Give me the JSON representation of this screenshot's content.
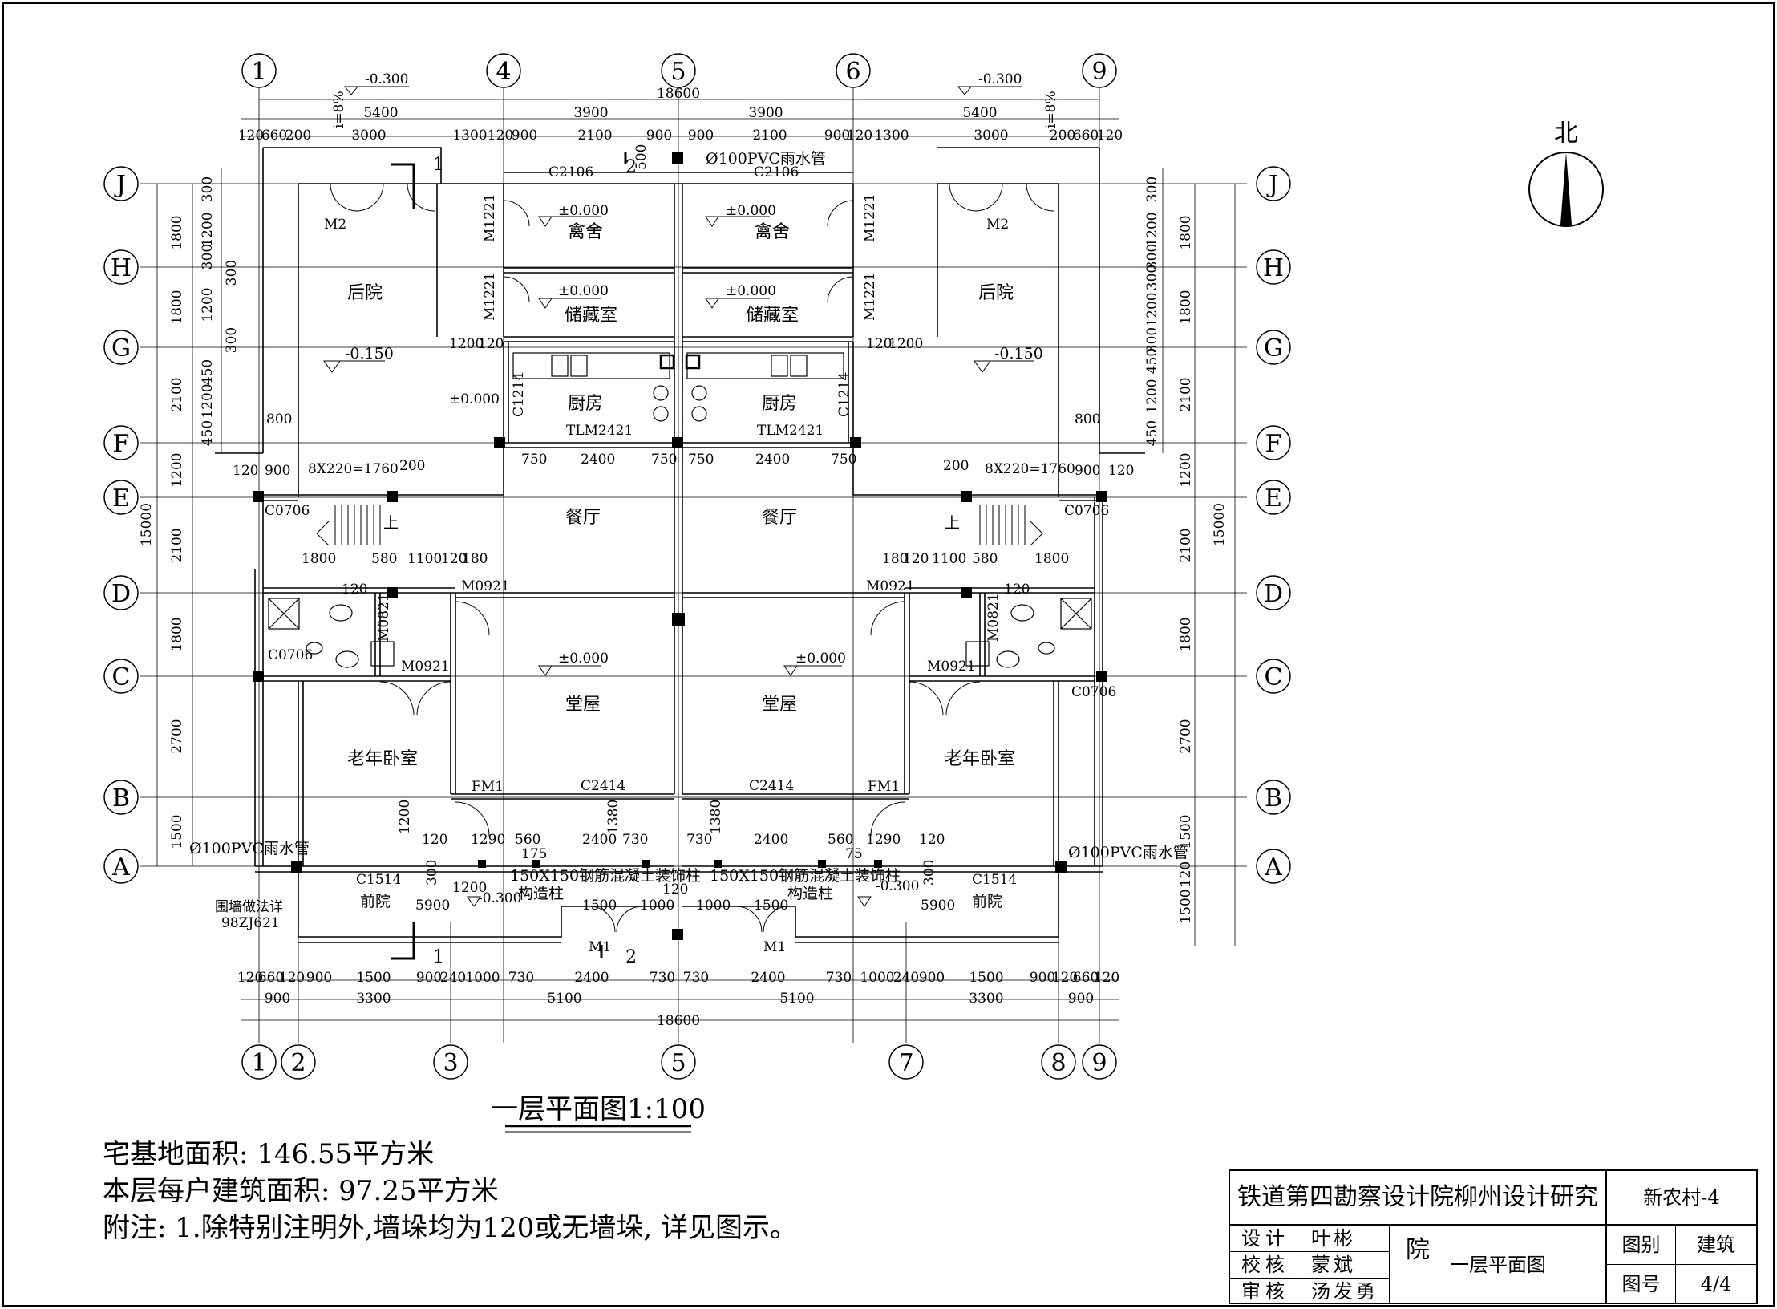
{
  "north_label": "北",
  "rooms": {
    "backyard": "后院",
    "poultry": "禽舍",
    "storage": "储藏室",
    "kitchen": "厨房",
    "dining": "餐厅",
    "hall": "堂屋",
    "elder_bedroom": "老年卧室",
    "front_yard": "前院",
    "up": "上"
  },
  "grid_axes": {
    "top": [
      "1",
      "4",
      "5",
      "6",
      "9"
    ],
    "bottom": [
      "1",
      "2",
      "3",
      "5",
      "7",
      "8",
      "9"
    ],
    "side": [
      "J",
      "H",
      "G",
      "F",
      "E",
      "D",
      "C",
      "B",
      "A"
    ]
  },
  "elevations": {
    "minus_300": "-0.300",
    "minus_150": "-0.150",
    "zero": "±0.000"
  },
  "labels": {
    "pvc_pipe_top": "Ø100PVC雨水管",
    "pvc_pipe_left": "Ø100PVC雨水管",
    "pvc_pipe_right": "Ø100PVC雨水管",
    "column_note": "150X150钢筋混凝土装饰柱",
    "construct_col": "构造柱",
    "fence_note": "围墙做法详",
    "fence_ref": "98ZJ621",
    "stair_dim": "8X220=1760",
    "slope": "i=8%",
    "section_1": "1",
    "section_2": "2",
    "doors": {
      "m2": "M2",
      "m1": "M1",
      "m1221": "M1221",
      "m0921": "M0921",
      "m0821": "M0821",
      "fm1": "FM1",
      "tlm": "TLM2421"
    },
    "windows": {
      "c2106": "C2106",
      "c1214": "C1214",
      "c0706": "C0706",
      "c2414": "C2414",
      "c1514": "C1514"
    }
  },
  "dimensions": {
    "overall_width": "18600",
    "overall_depth": "15000",
    "top_row1": [
      "5400",
      "3900",
      "3900",
      "5400"
    ],
    "top_row2": [
      "120",
      "660",
      "200",
      "3000",
      "1300",
      "120",
      "900",
      "2100",
      "900",
      "900",
      "2100",
      "900",
      "120",
      "1300",
      "3000",
      "200",
      "660",
      "120"
    ],
    "bottom_row1": [
      "120",
      "660",
      "120",
      "900",
      "1500",
      "900",
      "240",
      "1000",
      "730",
      "2400",
      "730",
      "730",
      "2400",
      "730",
      "1000",
      "240",
      "900",
      "1500",
      "900",
      "120",
      "660",
      "120"
    ],
    "bottom_row2": [
      "900",
      "3300",
      "5100",
      "5100",
      "3300",
      "900"
    ],
    "left_outer": [
      "1800",
      "1800",
      "2100",
      "1200",
      "2100",
      "1800",
      "2700",
      "1500"
    ],
    "left_inner": [
      "300",
      "1200",
      "300",
      "300",
      "1200",
      "300",
      "450",
      "1200",
      "450"
    ],
    "right_outer": [
      "1800",
      "1800",
      "2100",
      "1200",
      "2100",
      "1800",
      "2700",
      "1500",
      "1500"
    ],
    "right_inner": [
      "300",
      "1200",
      "300",
      "300",
      "1200",
      "300",
      "450",
      "1200",
      "450",
      "120"
    ],
    "misc": {
      "d500": "500",
      "d750": "750",
      "d2400": "2400",
      "d800": "800",
      "d900": "900",
      "d120": "120",
      "d200": "200",
      "d1200": "1200",
      "d580": "580",
      "d1100": "1100",
      "d180": "180",
      "d1290": "1290",
      "d560": "560",
      "d75": "75",
      "d175": "175",
      "d1380": "1380",
      "d730": "730",
      "d300": "300",
      "d1500": "1500",
      "d1000": "1000",
      "d5900": "5900"
    }
  },
  "drawing_title": "一层平面图1:100",
  "notes": [
    "宅基地面积: 146.55平方米",
    "本层每户建筑面积: 97.25平方米",
    "附注: 1.除特别注明外,墙垛均为120或无墙垛, 详见图示。"
  ],
  "title_block": {
    "org": "铁道第四勘察设计院柳州设计研究院",
    "project": "新农村-4",
    "roles": [
      {
        "role": "设计",
        "name": "叶彬"
      },
      {
        "role": "校核",
        "name": "蒙斌"
      },
      {
        "role": "审核",
        "name": "汤发勇"
      }
    ],
    "drawing_name": "一层平面图",
    "category_label": "图别",
    "category_value": "建筑",
    "number_label": "图号",
    "number_value": "4/4"
  }
}
